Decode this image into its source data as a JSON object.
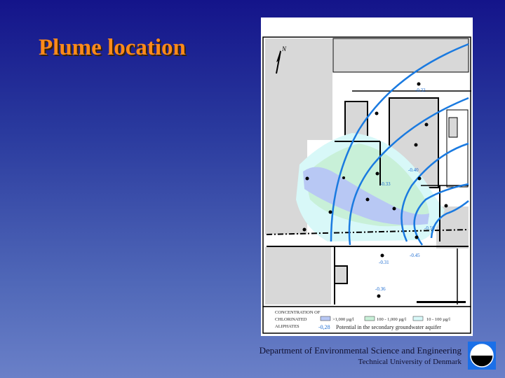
{
  "slide": {
    "title": "Plume location"
  },
  "map": {
    "north_label": "N",
    "contour_labels": [
      "-0.40",
      "-0.50",
      "-0.45",
      "-0.31",
      "-0.36",
      "-0.32",
      "-0.33"
    ],
    "legend": {
      "heading": [
        "CONCENTRATION OF",
        "CHLORINATED",
        "ALIPHATES"
      ],
      "ranges": [
        ">1,000 µg/l",
        "100 - 1,000 µg/l",
        "10 - 100 µg/l"
      ],
      "range_colors": [
        "#b8c8f4",
        "#c8f0d8",
        "#d8f8f8"
      ],
      "potential_value": "-0,28",
      "potential_text": "Potential in the secondary groundwater aquifer"
    }
  },
  "footer": {
    "department": "Department of Environmental Science and Engineering",
    "university": "Technical University of Denmark"
  }
}
